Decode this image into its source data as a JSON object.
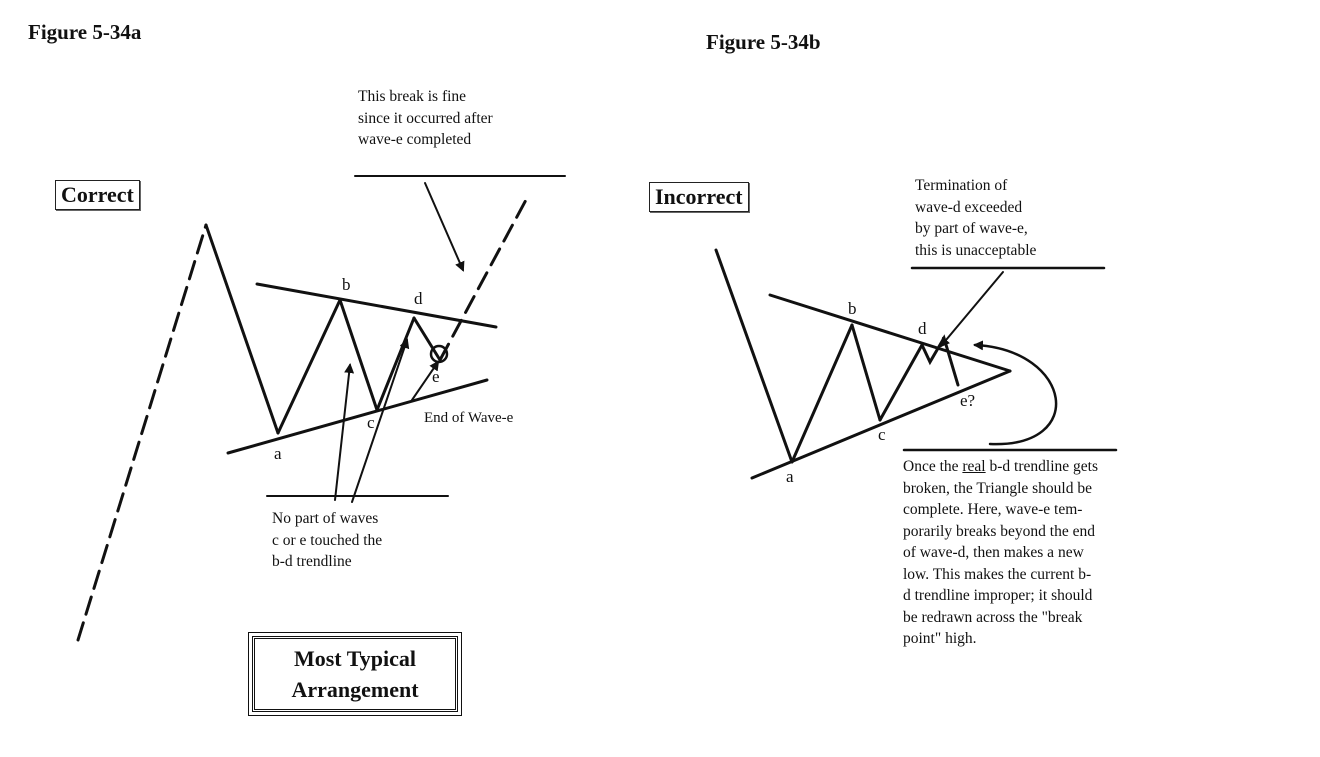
{
  "figure_a": {
    "title": "Figure 5-34a",
    "tag": "Correct",
    "wave_labels": {
      "a": "a",
      "b": "b",
      "c": "c",
      "d": "d",
      "e": "e"
    },
    "end_label": "End of Wave-e",
    "top_note": [
      "This break is fine",
      "since it occurred after",
      "wave-e completed"
    ],
    "bottom_note": [
      "No part of waves",
      "c or e touched the",
      "b-d trendline"
    ],
    "typical_box": [
      "Most Typical",
      "Arrangement"
    ]
  },
  "figure_b": {
    "title": "Figure 5-34b",
    "tag": "Incorrect",
    "wave_labels": {
      "a": "a",
      "b": "b",
      "c": "c",
      "d": "d",
      "e": "e?"
    },
    "top_note": [
      "Termination of",
      "wave-d exceeded",
      "by part of wave-e,",
      "this is unacceptable"
    ],
    "bottom_note": {
      "lead": "Once the ",
      "emphasis": "real",
      "after": " b-d trendline gets",
      "lines": [
        "broken, the Triangle should be",
        "complete. Here, wave-e tem-",
        "porarily breaks beyond the end",
        "of wave-d, then makes a new",
        "low. This makes the current b-",
        "d trendline improper; it should",
        "be redrawn across the \"break",
        "point\" high."
      ]
    }
  }
}
